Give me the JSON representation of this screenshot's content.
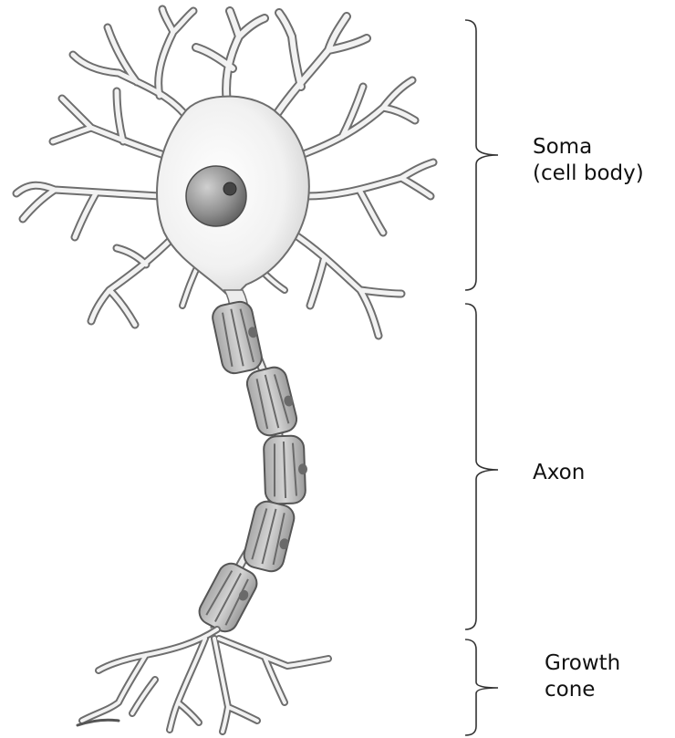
{
  "labels": {
    "soma": {
      "line1": "Soma",
      "line2": "(cell body)"
    },
    "axon": {
      "line1": "Axon"
    },
    "growth_cone": {
      "line1": "Growth",
      "line2": "cone"
    }
  },
  "colors": {
    "outline": "#6e6e6e",
    "cell_fill": "#f2f2f2",
    "nucleus": "#8c8c8c",
    "myelin": "#9a9a9a",
    "myelin_light": "#cfcfcf",
    "bracket": "#333333"
  }
}
